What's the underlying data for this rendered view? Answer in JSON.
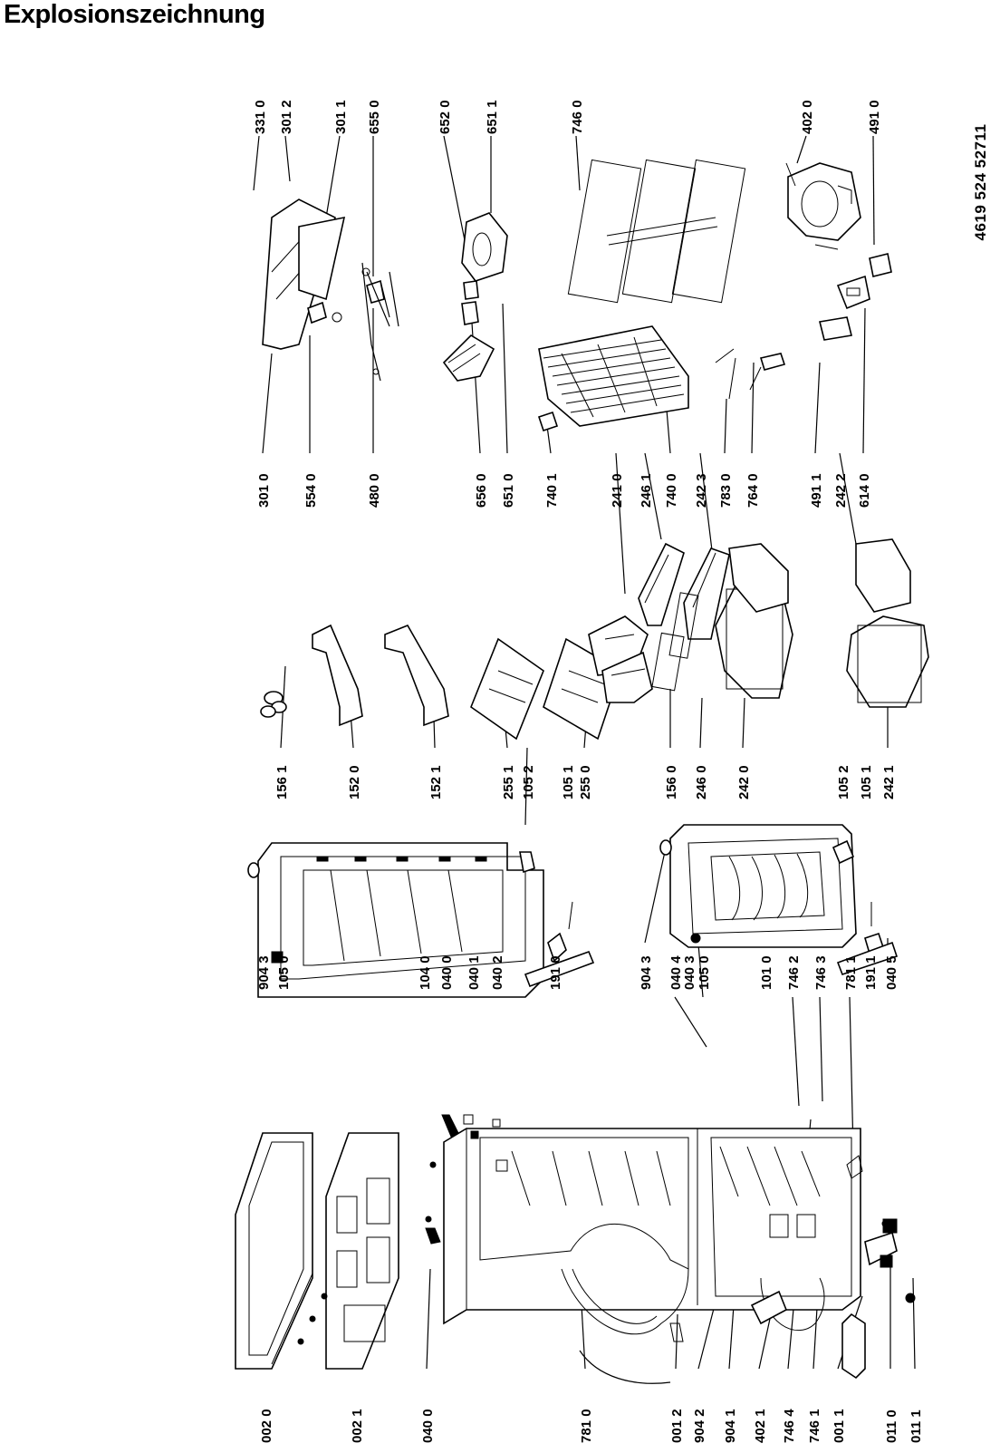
{
  "title": "Explosionszeichnung",
  "document_number": "4619 524 52711",
  "labels": {
    "c1": [
      "002 0",
      "002 1",
      "040 0",
      "781 0",
      "001 2",
      "904 2",
      "904 1",
      "402 1",
      "746 4",
      "746 1",
      "001 1",
      "011 0",
      "011 1"
    ],
    "c2": [
      "904 3",
      "105 0",
      "104 0",
      "040 0",
      "040 1",
      "040 2",
      "191 0",
      "904 3",
      "040 4",
      "040 3",
      "105 0",
      "101 0",
      "746 2",
      "746 3",
      "781 1",
      "191 1",
      "040 5"
    ],
    "c3": [
      "156 1",
      "152 0",
      "152 1",
      "255 1",
      "105 2",
      "105 1",
      "255 0",
      "156 0",
      "246 0",
      "242 0",
      "105 2",
      "105 1",
      "242 1"
    ],
    "c4": [
      "301 0",
      "554 0",
      "480 0",
      "656 0",
      "651 0",
      "740 1",
      "241 0",
      "246 1",
      "740 0",
      "242 3",
      "783 0",
      "764 0",
      "491 1",
      "242 2",
      "614 0"
    ],
    "c5": [
      "331 0",
      "301 2",
      "301 1",
      "655 0",
      "652 0",
      "651 1",
      "746 0",
      "402 0",
      "491 0"
    ]
  }
}
